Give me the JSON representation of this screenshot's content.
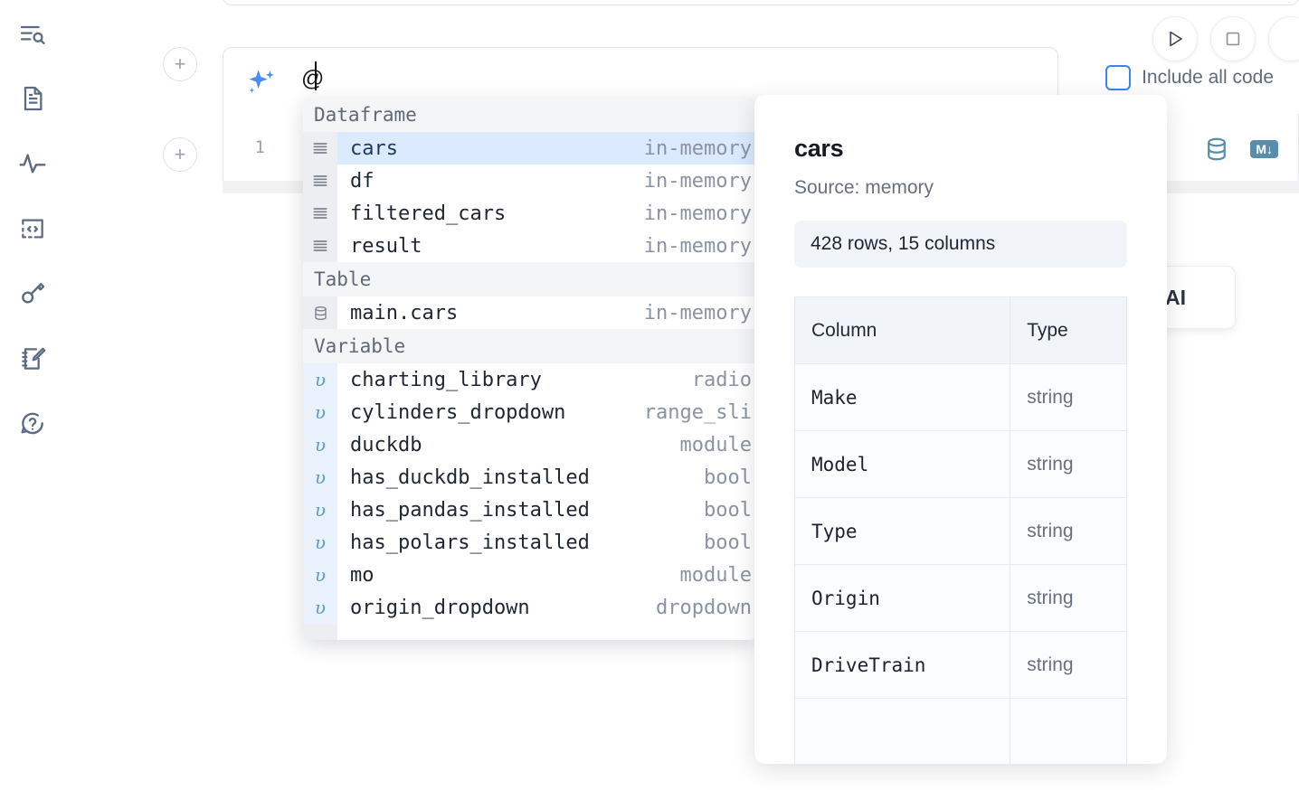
{
  "sidebar": {
    "items": [
      {
        "name": "outline-search-icon",
        "label": "Search outline"
      },
      {
        "name": "document-icon",
        "label": "Notebook file"
      },
      {
        "name": "activity-icon",
        "label": "Runtime activity"
      },
      {
        "name": "code-snippet-icon",
        "label": "Snippets"
      },
      {
        "name": "key-icon",
        "label": "Secrets"
      },
      {
        "name": "notebook-edit-icon",
        "label": "Scratchpad"
      },
      {
        "name": "help-chat-icon",
        "label": "Help"
      }
    ]
  },
  "toolbar": {
    "run_label": "Run",
    "stop_label": "Stop",
    "include_all_code_label": "Include all code",
    "include_all_code_checked": false,
    "add_cell_label": "+"
  },
  "ai_prompt": {
    "value": "@",
    "icon": "sparkle-icon"
  },
  "code_cell": {
    "line_number": "1",
    "tools": [
      {
        "name": "database-icon",
        "label": "SQL cell"
      },
      {
        "name": "markdown-icon",
        "label": "M↓"
      }
    ]
  },
  "ai_card": {
    "label": "h AI"
  },
  "autocomplete": {
    "sections": [
      {
        "title": "Dataframe",
        "icon": "dataframe-icon",
        "kind": "dataframe",
        "rows": [
          {
            "name": "cars",
            "type": "in-memory",
            "selected": true
          },
          {
            "name": "df",
            "type": "in-memory",
            "selected": false
          },
          {
            "name": "filtered_cars",
            "type": "in-memory",
            "selected": false
          },
          {
            "name": "result",
            "type": "in-memory",
            "selected": false
          }
        ]
      },
      {
        "title": "Table",
        "icon": "database-icon",
        "kind": "table",
        "rows": [
          {
            "name": "main.cars",
            "type": "in-memory",
            "selected": false
          }
        ]
      },
      {
        "title": "Variable",
        "icon": "variable-icon",
        "kind": "variable",
        "rows": [
          {
            "name": "charting_library",
            "type": "radio",
            "selected": false
          },
          {
            "name": "cylinders_dropdown",
            "type": "range_sli",
            "selected": false
          },
          {
            "name": "duckdb",
            "type": "module",
            "selected": false
          },
          {
            "name": "has_duckdb_installed",
            "type": "bool",
            "selected": false
          },
          {
            "name": "has_pandas_installed",
            "type": "bool",
            "selected": false
          },
          {
            "name": "has_polars_installed",
            "type": "bool",
            "selected": false
          },
          {
            "name": "mo",
            "type": "module",
            "selected": false
          },
          {
            "name": "origin_dropdown",
            "type": "dropdown",
            "selected": false
          }
        ]
      }
    ]
  },
  "details": {
    "title": "cars",
    "source": "Source: memory",
    "shape": "428 rows, 15 columns",
    "columns_header": "Column",
    "type_header": "Type",
    "rows": [
      {
        "column": "Make",
        "type": "string"
      },
      {
        "column": "Model",
        "type": "string"
      },
      {
        "column": "Type",
        "type": "string"
      },
      {
        "column": "Origin",
        "type": "string"
      },
      {
        "column": "DriveTrain",
        "type": "string"
      }
    ]
  },
  "colors": {
    "accent_blue": "#4a8ef0",
    "selection_blue": "#dbeafe",
    "variable_blue": "#eaf3fd",
    "steel_blue": "#5a8cab",
    "gutter_gray": "#eceef1"
  }
}
